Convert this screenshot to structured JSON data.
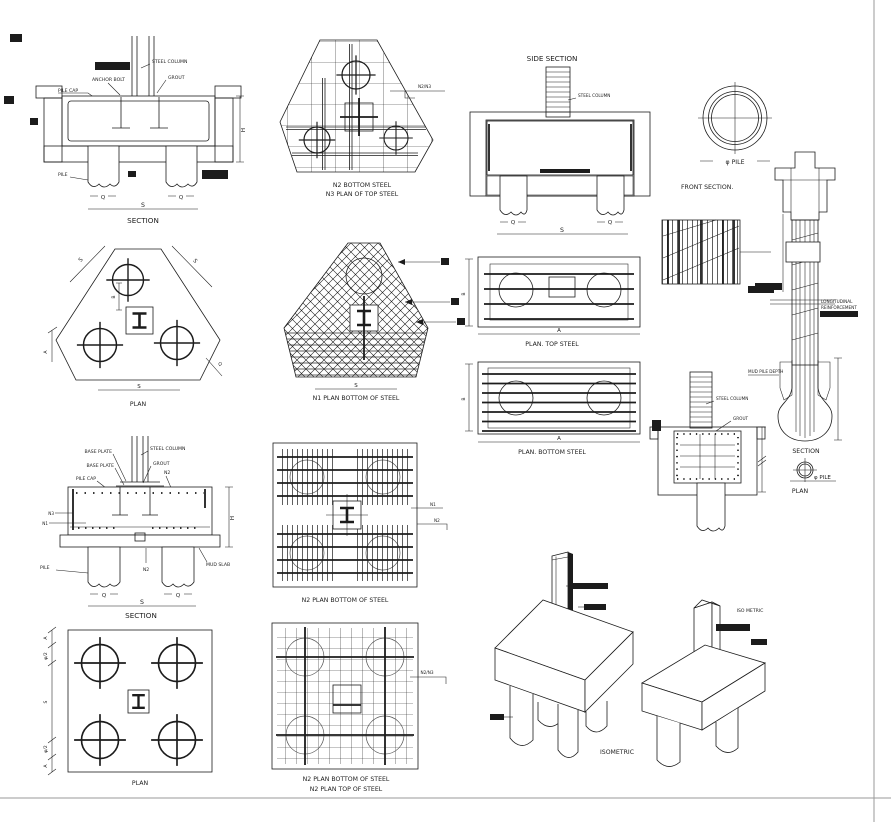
{
  "sheet": {
    "bg": "#ffffff",
    "ink": "#1c1c1c",
    "frame_color": "#9a9a9a"
  },
  "drawings": {
    "section_top": {
      "title": "SECTION",
      "steel_column": "STEEL COLUMN",
      "grout": "GROUT",
      "anchor_bolt": "ANCHOR BOLT",
      "pile_cap": "PILE CAP",
      "pile": "PILE",
      "dim_q_left": "Q",
      "dim_q_right": "Q",
      "dim_s": "S",
      "dim_h": "H"
    },
    "tri_steel_plan": {
      "title_line1": "N2 BOTTOM STEEL",
      "title_line2": "N3 PLAN OF TOP STEEL",
      "leader": "N2/N3"
    },
    "side_section": {
      "title": "SIDE SECTION",
      "steel_column": "STEEL COLUMN",
      "dim_q_left": "Q",
      "dim_q_right": "Q",
      "dim_s": "S"
    },
    "front_section": {
      "title": "FRONT SECTION.",
      "pile_dia": "φ PILE"
    },
    "pile_elevation": {
      "longitudinal": "LONGITUDINAL",
      "reinforcement": "REINFORCEMENT",
      "depth_label": "MUD PILE DEPTH",
      "section_title": "SECTION",
      "pile_dia": "φ PILE",
      "plan_title": "PLAN"
    },
    "tri_plan": {
      "title": "PLAN",
      "dim_s_left": "S",
      "dim_s_right": "S",
      "dim_s_bottom": "S",
      "dim_b": "B",
      "dim_a": "A",
      "dim_q": "Q"
    },
    "tri_bottom_steel": {
      "title": "N1 PLAN BOTTOM OF STEEL",
      "dim_s": "S"
    },
    "plan_top_steel": {
      "title": "PLAN. TOP STEEL",
      "dim_a": "A",
      "dim_b": "B"
    },
    "plan_bottom_steel": {
      "title": "PLAN. BOTTOM STEEL",
      "dim_a": "A",
      "dim_b": "B"
    },
    "section_lower": {
      "title": "SECTION",
      "base_plate_1": "BASE PLATE",
      "base_plate_2": "BASE PLATE",
      "pile_cap": "PILE CAP",
      "steel_column": "STEEL COLUMN",
      "grout": "GROUT",
      "n2_top": "N2",
      "n3": "N3",
      "n1": "N1",
      "n2_bottom": "N2",
      "pile": "PILE",
      "mud_slab": "MUD SLAB",
      "dim_q_left": "Q",
      "dim_q_right": "Q",
      "dim_s": "S",
      "dim_h": "H"
    },
    "n2_plan_center": {
      "title": "N2 PLAN BOTTOM OF STEEL",
      "leader_n1": "N1",
      "leader_n2": "N2"
    },
    "single_pile_section": {
      "steel_column": "STEEL COLUMN",
      "grout": "GROUT"
    },
    "four_pile_plan": {
      "title": "PLAN",
      "dims": [
        "A",
        "φ/2",
        "S",
        "φ/2",
        "A"
      ]
    },
    "n2_plan_square": {
      "title_line1": "N2 PLAN BOTTOM OF STEEL",
      "title_line2": "N2 PLAN TOP OF STEEL",
      "leader": "N2/N3"
    },
    "isometric_left": {
      "title": "ISOMETRIC"
    },
    "isometric_right": {
      "label": "ISO METRIC"
    }
  }
}
